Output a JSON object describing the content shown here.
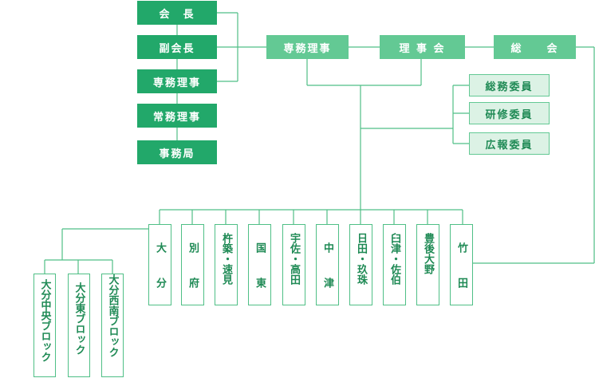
{
  "colors": {
    "dark": "#22a86a",
    "mid": "#63c994",
    "light": "#dcf2e5",
    "line": "#4fbf86",
    "text": "#1f8a55"
  },
  "officers": {
    "chairman": "会　長",
    "vice_chairman": "副会長",
    "executive_director": "専務理事",
    "managing_director": "常務理事",
    "secretariat": "事務局"
  },
  "top_row": {
    "executive_director": "専務理事",
    "board": "理 事 会",
    "general_meeting": "総　　会"
  },
  "committees": {
    "general_affairs": "総務委員",
    "training": "研修委員",
    "public_relations": "広報委員"
  },
  "branches": [
    {
      "lines": [
        "大",
        "分"
      ]
    },
    {
      "lines": [
        "別",
        "府"
      ]
    },
    {
      "lines": [
        "杵築・速見"
      ]
    },
    {
      "lines": [
        "国",
        "東"
      ]
    },
    {
      "lines": [
        "宇佐・高田"
      ]
    },
    {
      "lines": [
        "中",
        "津"
      ]
    },
    {
      "lines": [
        "日田・玖珠"
      ]
    },
    {
      "lines": [
        "臼津・佐伯"
      ]
    },
    {
      "lines": [
        "豊後大野"
      ]
    },
    {
      "lines": [
        "竹",
        "田"
      ]
    }
  ],
  "blocks": {
    "central": "大分中央ブロック",
    "east": "大分東ブロック",
    "southwest": "大分西南ブロック"
  }
}
